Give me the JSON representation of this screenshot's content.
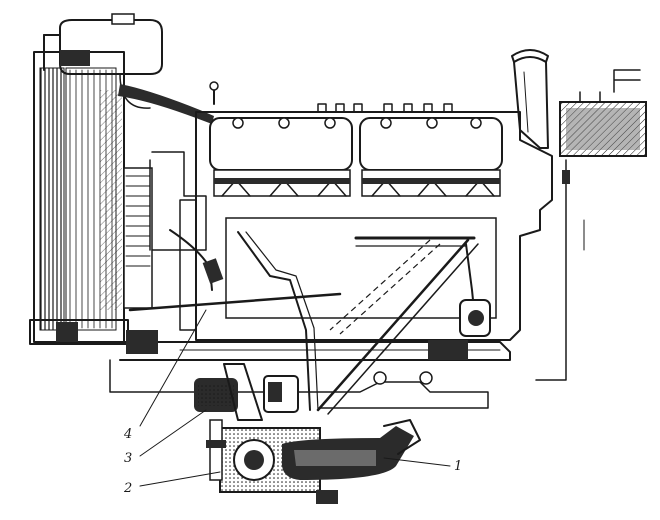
{
  "diagram": {
    "colors": {
      "ink": "#1a1a1a",
      "paper": "#ffffff",
      "dark_fill": "#2b2b2b",
      "mid_fill": "#6b6b6b",
      "light_fill": "#bdbdbd"
    },
    "callouts": [
      {
        "id": "c1",
        "text": "1"
      },
      {
        "id": "c2",
        "text": "2"
      },
      {
        "id": "c3",
        "text": "3"
      },
      {
        "id": "c4",
        "text": "4"
      }
    ]
  }
}
